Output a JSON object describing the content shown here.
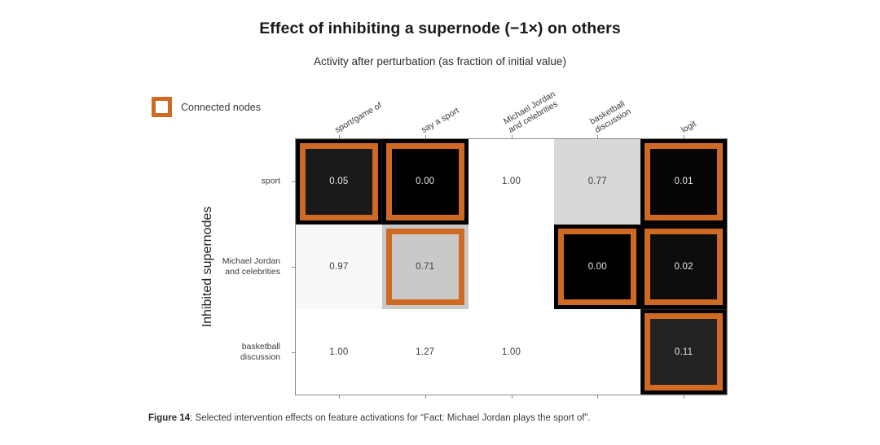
{
  "figure": {
    "title": "Effect of inhibiting a supernode (−1×) on others",
    "subtitle": "Activity after perturbation (as fraction of initial value)",
    "caption_prefix": "Figure 14",
    "caption_text": ": Selected intervention effects on feature activations for “Fact: Michael Jordan plays the sport of”.",
    "y_axis_title": "Inhibited supernodes"
  },
  "legend": {
    "items": [
      {
        "label": "Connected nodes",
        "color": "#cf6a24"
      }
    ]
  },
  "colors": {
    "highlight": "#cf6a24",
    "axis": "#8c8c8c",
    "text_dark": "#3c3c3c",
    "text_light": "#e8e8e8"
  },
  "chart_data": {
    "type": "heatmap",
    "title": "Effect of inhibiting a supernode (−1×) on others",
    "subtitle": "Activity after perturbation (as fraction of initial value)",
    "xlabel": "",
    "ylabel": "Inhibited supernodes",
    "grid": false,
    "legend_position": "top-left",
    "colorscale": "grayscale (0 = black, 1+ = white)",
    "value_range": [
      0.0,
      1.27
    ],
    "x_categories": [
      "sport/game of",
      "say a sport",
      "Michael Jordan\nand celebrities",
      "basketball\ndiscussion",
      "logit"
    ],
    "y_categories": [
      "sport",
      "Michael Jordan\nand celebrities",
      "basketball\ndiscussion"
    ],
    "rows": [
      {
        "label": "sport",
        "cells": [
          {
            "value": "0.05",
            "numeric": 0.05,
            "bg": "#1a1a1a",
            "text": "#e8e8e8",
            "highlighted": true
          },
          {
            "value": "0.00",
            "numeric": 0.0,
            "bg": "#000000",
            "text": "#e8e8e8",
            "highlighted": true
          },
          {
            "value": "1.00",
            "numeric": 1.0,
            "bg": "#ffffff",
            "text": "#3c3c3c",
            "highlighted": false
          },
          {
            "value": "0.77",
            "numeric": 0.77,
            "bg": "#d8d8d8",
            "text": "#3c3c3c",
            "highlighted": false
          },
          {
            "value": "0.01",
            "numeric": 0.01,
            "bg": "#050505",
            "text": "#e8e8e8",
            "highlighted": true
          }
        ]
      },
      {
        "label": "Michael Jordan and celebrities",
        "cells": [
          {
            "value": "0.97",
            "numeric": 0.97,
            "bg": "#f8f8f8",
            "text": "#3c3c3c",
            "highlighted": false
          },
          {
            "value": "0.71",
            "numeric": 0.71,
            "bg": "#c9c9c9",
            "text": "#3c3c3c",
            "highlighted": true
          },
          {
            "value": "",
            "numeric": null,
            "bg": "#ffffff",
            "text": "#3c3c3c",
            "highlighted": false
          },
          {
            "value": "0.00",
            "numeric": 0.0,
            "bg": "#000000",
            "text": "#e8e8e8",
            "highlighted": true
          },
          {
            "value": "0.02",
            "numeric": 0.02,
            "bg": "#0d0d0d",
            "text": "#e8e8e8",
            "highlighted": true
          }
        ]
      },
      {
        "label": "basketball discussion",
        "cells": [
          {
            "value": "1.00",
            "numeric": 1.0,
            "bg": "#ffffff",
            "text": "#3c3c3c",
            "highlighted": false
          },
          {
            "value": "1.27",
            "numeric": 1.27,
            "bg": "#ffffff",
            "text": "#3c3c3c",
            "highlighted": false
          },
          {
            "value": "1.00",
            "numeric": 1.0,
            "bg": "#ffffff",
            "text": "#3c3c3c",
            "highlighted": false
          },
          {
            "value": "",
            "numeric": null,
            "bg": "#ffffff",
            "text": "#3c3c3c",
            "highlighted": false
          },
          {
            "value": "0.11",
            "numeric": 0.11,
            "bg": "#232323",
            "text": "#e8e8e8",
            "highlighted": true
          }
        ]
      }
    ]
  }
}
